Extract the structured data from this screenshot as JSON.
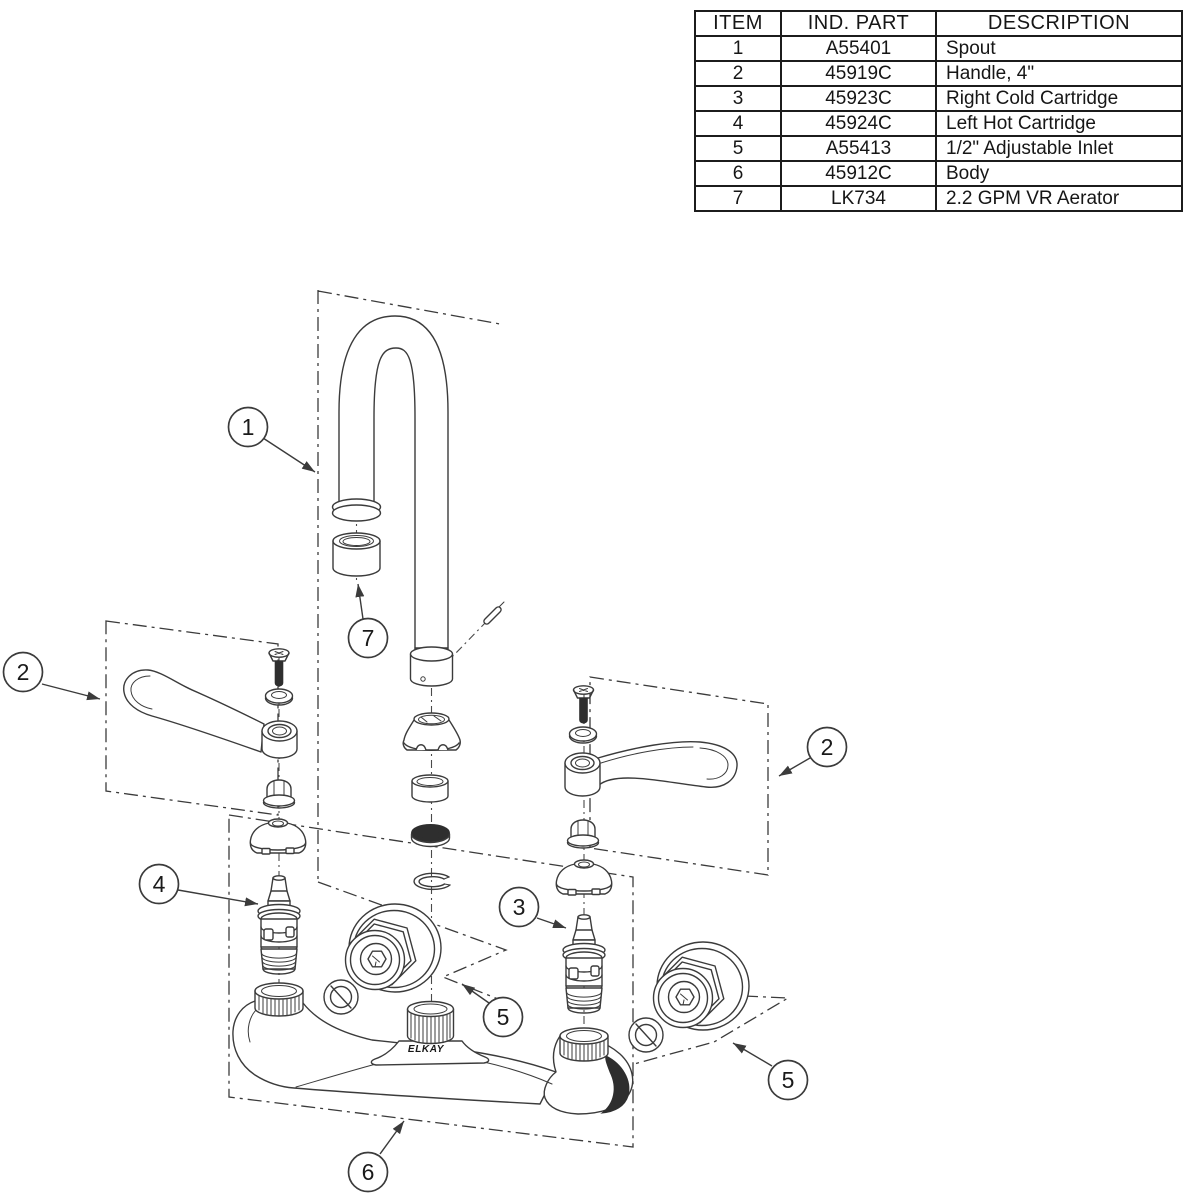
{
  "parts_table": {
    "headers": [
      "ITEM",
      "IND. PART",
      "DESCRIPTION"
    ],
    "rows": [
      {
        "item": "1",
        "part": "A55401",
        "description": "Spout"
      },
      {
        "item": "2",
        "part": "45919C",
        "description": "Handle, 4\""
      },
      {
        "item": "3",
        "part": "45923C",
        "description": "Right Cold Cartridge"
      },
      {
        "item": "4",
        "part": "45924C",
        "description": "Left Hot Cartridge"
      },
      {
        "item": "5",
        "part": "A55413",
        "description": "1/2\" Adjustable Inlet"
      },
      {
        "item": "6",
        "part": "45912C",
        "description": "Body"
      },
      {
        "item": "7",
        "part": "LK734",
        "description": "2.2 GPM VR Aerator"
      }
    ]
  },
  "callouts": {
    "spout": {
      "label": "1"
    },
    "handle_left": {
      "label": "2"
    },
    "handle_right": {
      "label": "2"
    },
    "right_cold_cartridge": {
      "label": "3"
    },
    "left_hot_cartridge": {
      "label": "4"
    },
    "inlet_left": {
      "label": "5"
    },
    "inlet_right": {
      "label": "5"
    },
    "body": {
      "label": "6"
    },
    "aerator": {
      "label": "7"
    }
  },
  "branding": {
    "logo_text": "ELKAY"
  },
  "colors": {
    "line": "#3b3b3b",
    "dark_fill": "#2e2e2e",
    "background": "#ffffff",
    "table_border": "#1c1c1c",
    "text": "#161616"
  }
}
